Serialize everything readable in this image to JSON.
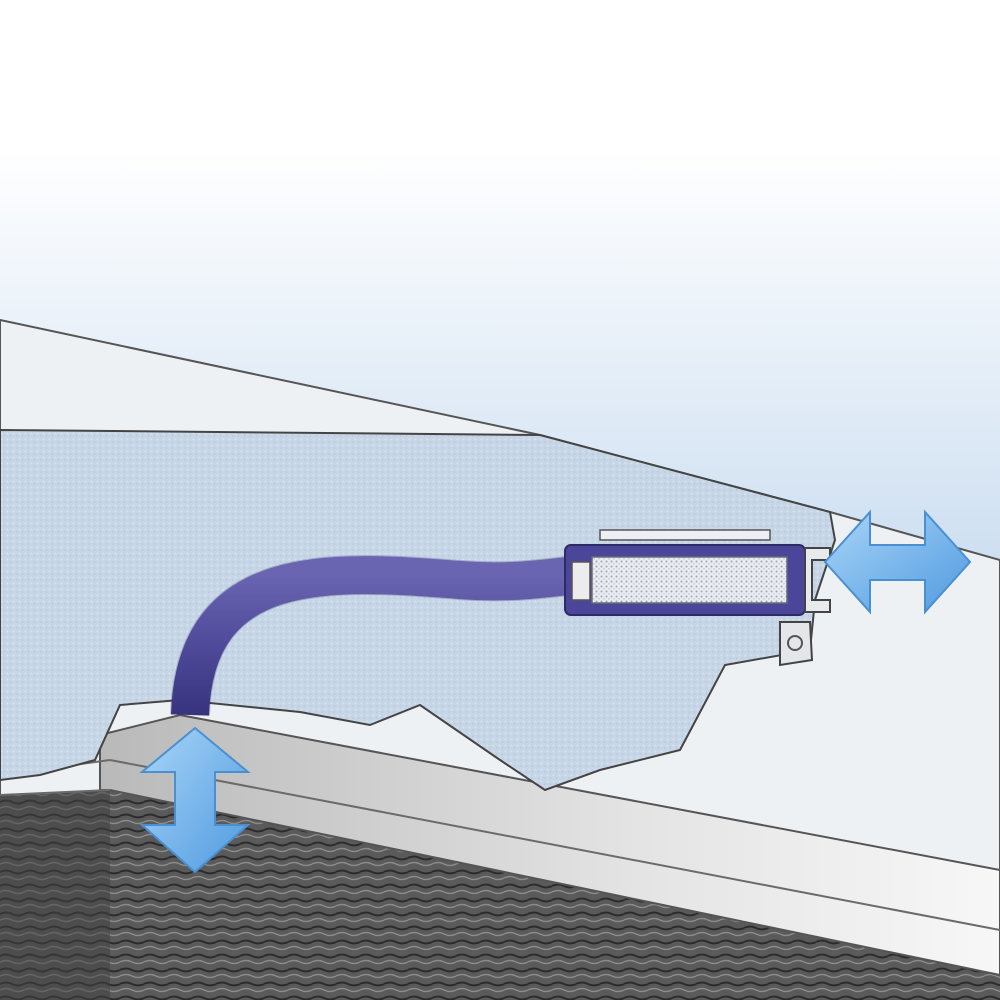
{
  "diagram": {
    "colors": {
      "sky_top": "#ffffff",
      "sky_bottom": "#b9d4ee",
      "foam": "#c9d9e8",
      "hose": "#5f59ad",
      "hose_dark": "#3c3682",
      "filter_media": "#e6e9ee",
      "arrow": "#6fb3ec",
      "arrow_edge": "#4a8fd0",
      "frame": "#d0d0d0",
      "insulation": "#4a4a4a"
    },
    "parts": [
      {
        "name": "sky-background"
      },
      {
        "name": "roof-surface"
      },
      {
        "name": "foam-insulation-block"
      },
      {
        "name": "breather-hose"
      },
      {
        "name": "filter-cartridge"
      },
      {
        "name": "vent-clip"
      },
      {
        "name": "horizontal-airflow-arrow"
      },
      {
        "name": "vertical-airflow-arrow"
      },
      {
        "name": "frame-profile"
      },
      {
        "name": "insulation-layer"
      }
    ]
  }
}
